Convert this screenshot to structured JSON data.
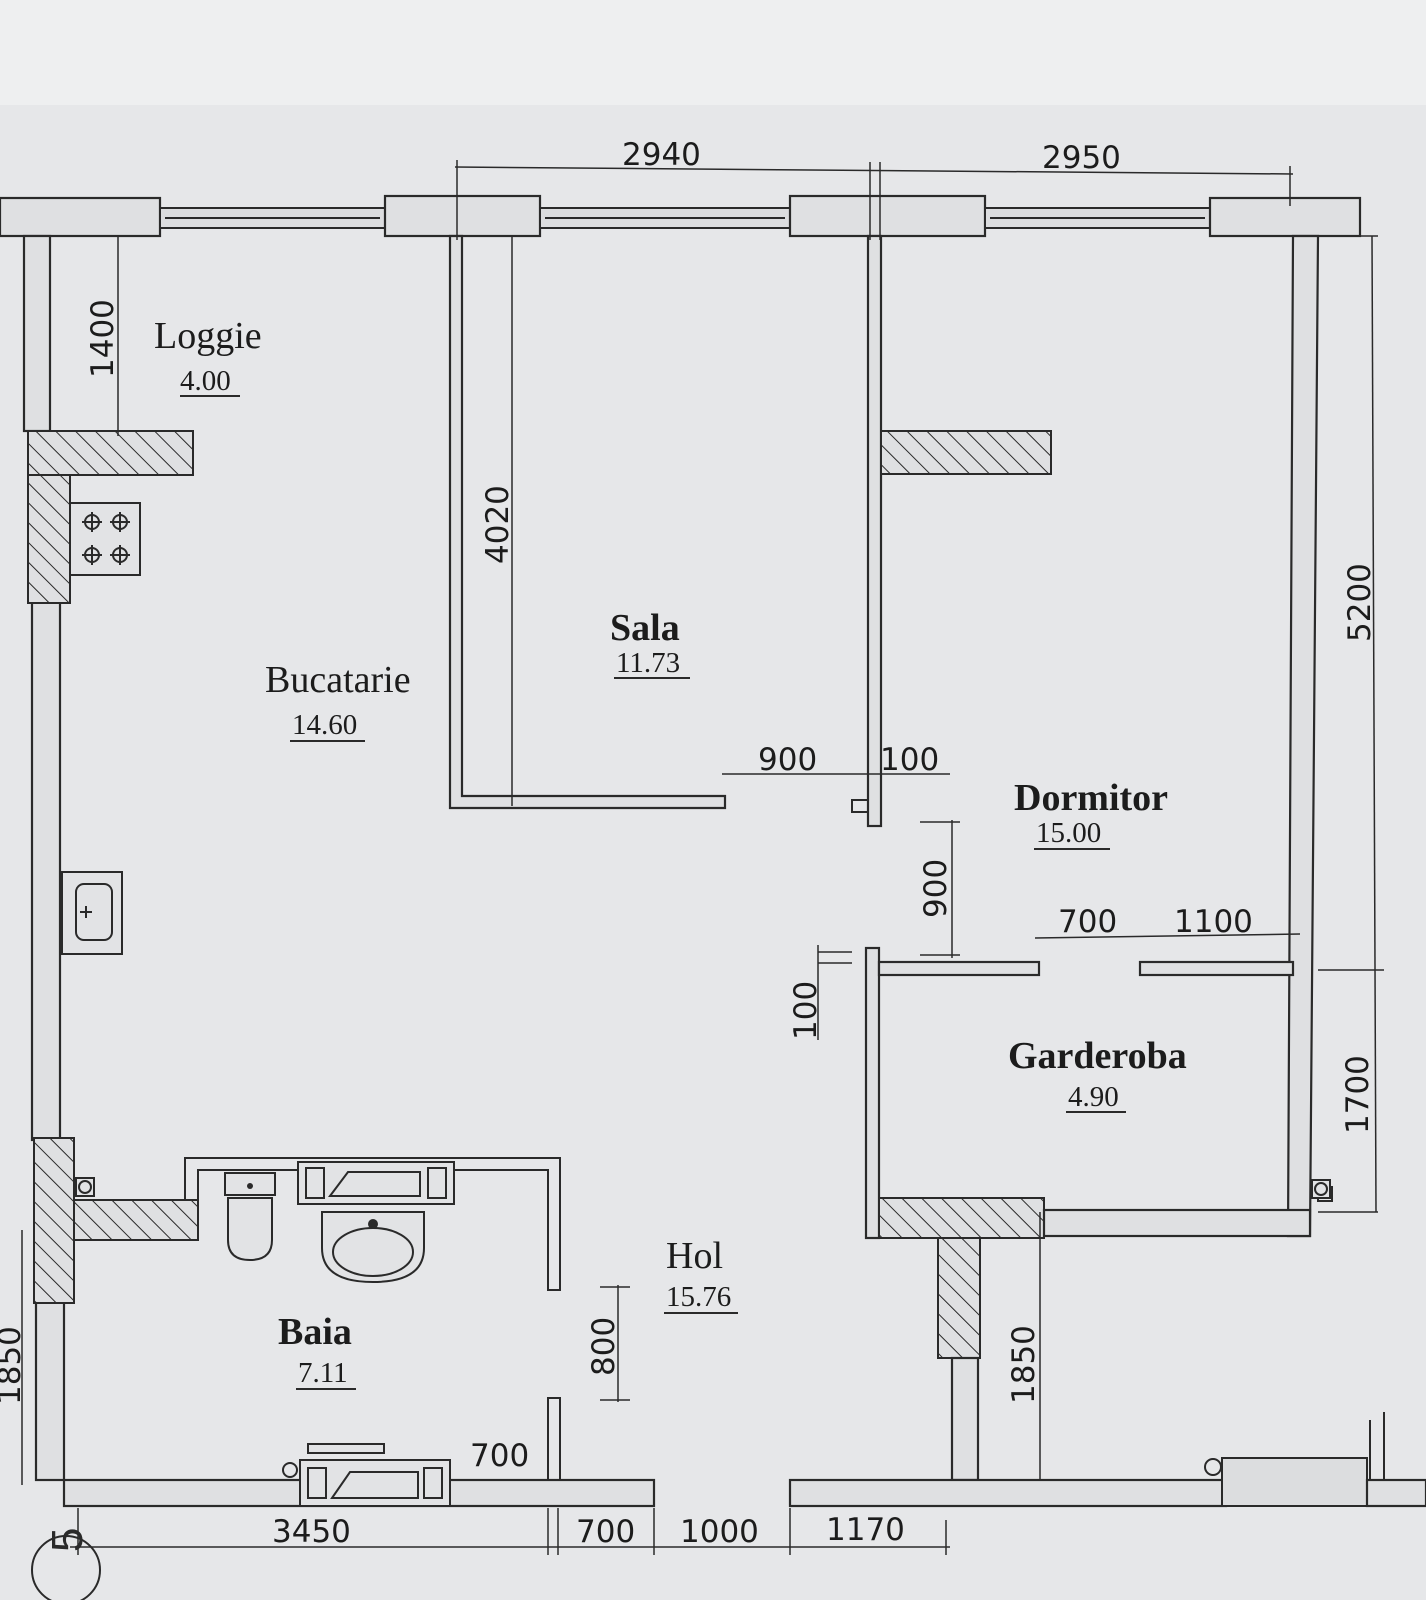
{
  "rooms": {
    "loggie": {
      "name": "Loggie",
      "area": "4.00"
    },
    "bucatarie": {
      "name": "Bucatarie",
      "area": "14.60"
    },
    "sala": {
      "name": "Sala",
      "area": "11.73"
    },
    "dormitor": {
      "name": "Dormitor",
      "area": "15.00"
    },
    "garderoba": {
      "name": "Garderoba",
      "area": "4.90"
    },
    "hol": {
      "name": "Hol",
      "area": "15.76"
    },
    "baia": {
      "name": "Baia",
      "area": "7.11"
    }
  },
  "dimensions": {
    "top_left": "2940",
    "top_right": "2950",
    "loggie_depth": "1400",
    "sala_depth": "4020",
    "dormitor_depth": "5200",
    "opening_900": "900",
    "wall_100": "100",
    "dormitor_door": "900",
    "gard_700": "700",
    "gard_1100": "1100",
    "wall_100b": "100",
    "garderoba_1700": "1700",
    "baia_door": "800",
    "baia_700": "700",
    "left_1850": "1850",
    "right_1850": "1850",
    "bottom_3450": "3450",
    "bottom_700": "700",
    "bottom_1000": "1000",
    "bottom_1170": "1170"
  },
  "handwritten_mark": "5"
}
